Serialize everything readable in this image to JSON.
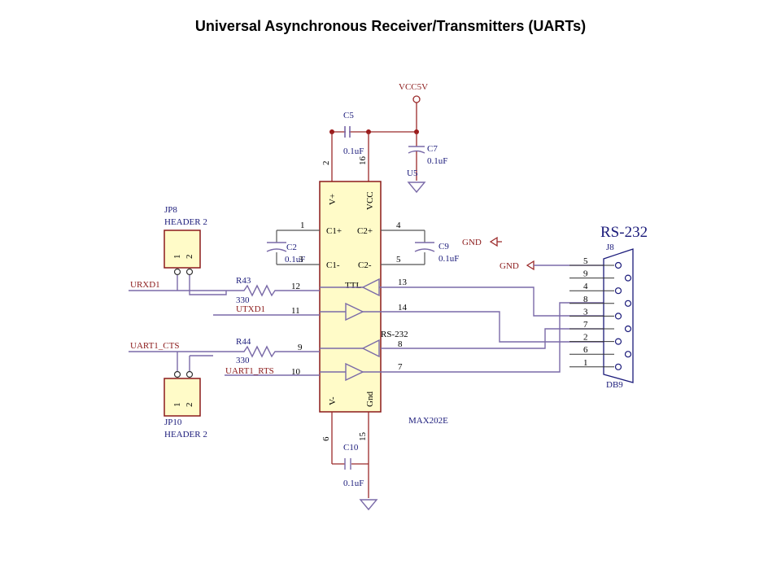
{
  "title": "Universal Asynchronous Receiver/Transmitters (UARTs)",
  "labels": {
    "vcc5v": "VCC5V",
    "c5": "C5",
    "c5_val": "0.1uF",
    "c7": "C7",
    "c7_val": "0.1uF",
    "u5": "U5",
    "c2": "C2",
    "c2_val": "0.1uF",
    "c9": "C9",
    "c9_val": "0.1uF",
    "c10": "C10",
    "c10_val": "0.1uF",
    "gnd1": "GND",
    "gnd2": "GND",
    "rs232": "RS-232",
    "j8": "J8",
    "db9": "DB9",
    "jp8": "JP8",
    "jp8_type": "HEADER 2",
    "jp10": "JP10",
    "jp10_type": "HEADER 2",
    "urxd1": "URXD1",
    "utxd1": "UTXD1",
    "uart1_cts": "UART1_CTS",
    "uart1_rts": "UART1_RTS",
    "r43": "R43",
    "r43_val": "330",
    "r44": "R44",
    "r44_val": "330",
    "ic_name": "MAX202E",
    "ic_vplus": "V+",
    "ic_vcc": "VCC",
    "ic_c1p": "C1+",
    "ic_c2p": "C2+",
    "ic_c1m": "C1-",
    "ic_c2m": "C2-",
    "ic_ttl": "TTL",
    "ic_rs232": "RS-232",
    "ic_vminus": "V-",
    "ic_gnd": "Gnd",
    "hdr_pin1": "1",
    "hdr_pin2": "2"
  },
  "pins": {
    "p1": "1",
    "p2": "2",
    "p3": "3",
    "p4": "4",
    "p5": "5",
    "p6": "6",
    "p7": "7",
    "p8": "8",
    "p9": "9",
    "p10": "10",
    "p11": "11",
    "p12": "12",
    "p13": "13",
    "p14": "14",
    "p15": "15",
    "p16": "16"
  },
  "db9_pins": [
    "5",
    "9",
    "4",
    "8",
    "3",
    "7",
    "2",
    "6",
    "1"
  ]
}
